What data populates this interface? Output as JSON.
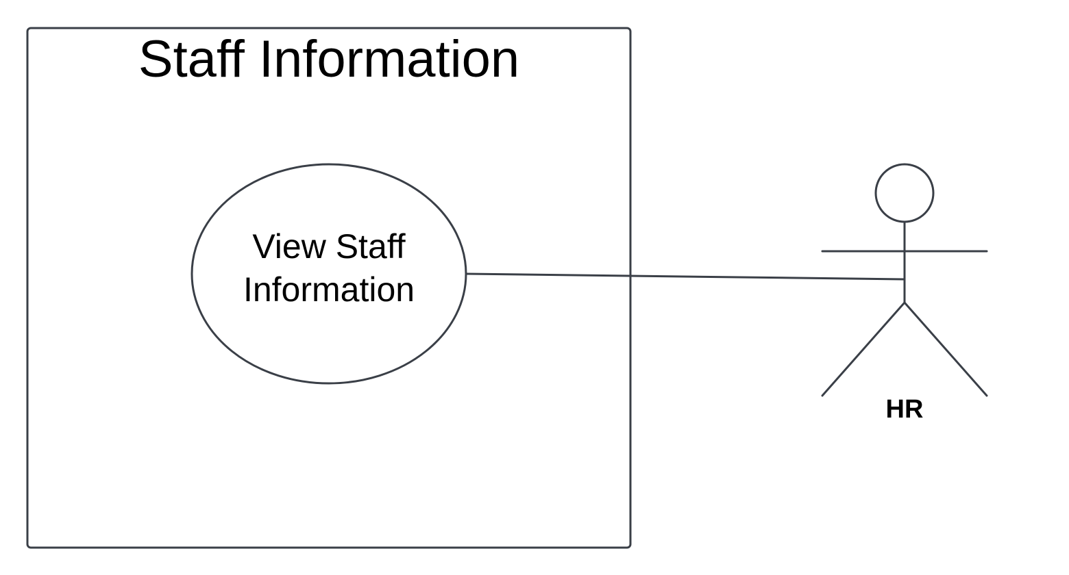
{
  "system_boundary": {
    "title": "Staff Information"
  },
  "use_case": {
    "label_line1": "View Staff",
    "label_line2": "Information"
  },
  "actor": {
    "name": "HR"
  },
  "colors": {
    "stroke": "#3a3f47",
    "text": "#000000",
    "background": "#ffffff"
  }
}
